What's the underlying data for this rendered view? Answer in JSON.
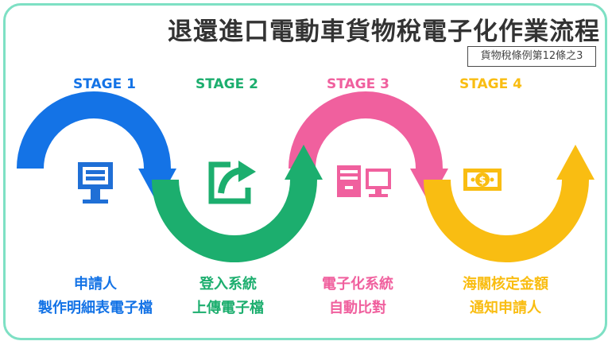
{
  "title": "退還進口電動車貨物稅電子化作業流程",
  "reference": "貨物稅條例第12條之3",
  "colors": {
    "border": "#7ee0c4",
    "stage1": "#1473e6",
    "stage2": "#1cae6e",
    "stage3": "#f0609e",
    "stage4": "#f9bd12",
    "icon": "#1f6fd6"
  },
  "stages": [
    {
      "label": "STAGE 1",
      "icon": "presentation-board-icon",
      "lines": [
        "申請人",
        "製作明細表電子檔"
      ]
    },
    {
      "label": "STAGE 2",
      "icon": "upload-share-icon",
      "lines": [
        "登入系統",
        "上傳電子檔"
      ]
    },
    {
      "label": "STAGE 3",
      "icon": "computer-icon",
      "lines": [
        "電子化系統",
        "自動比對"
      ]
    },
    {
      "label": "STAGE 4",
      "icon": "money-bill-icon",
      "lines": [
        "海關核定金額",
        "通知申請人"
      ]
    }
  ]
}
